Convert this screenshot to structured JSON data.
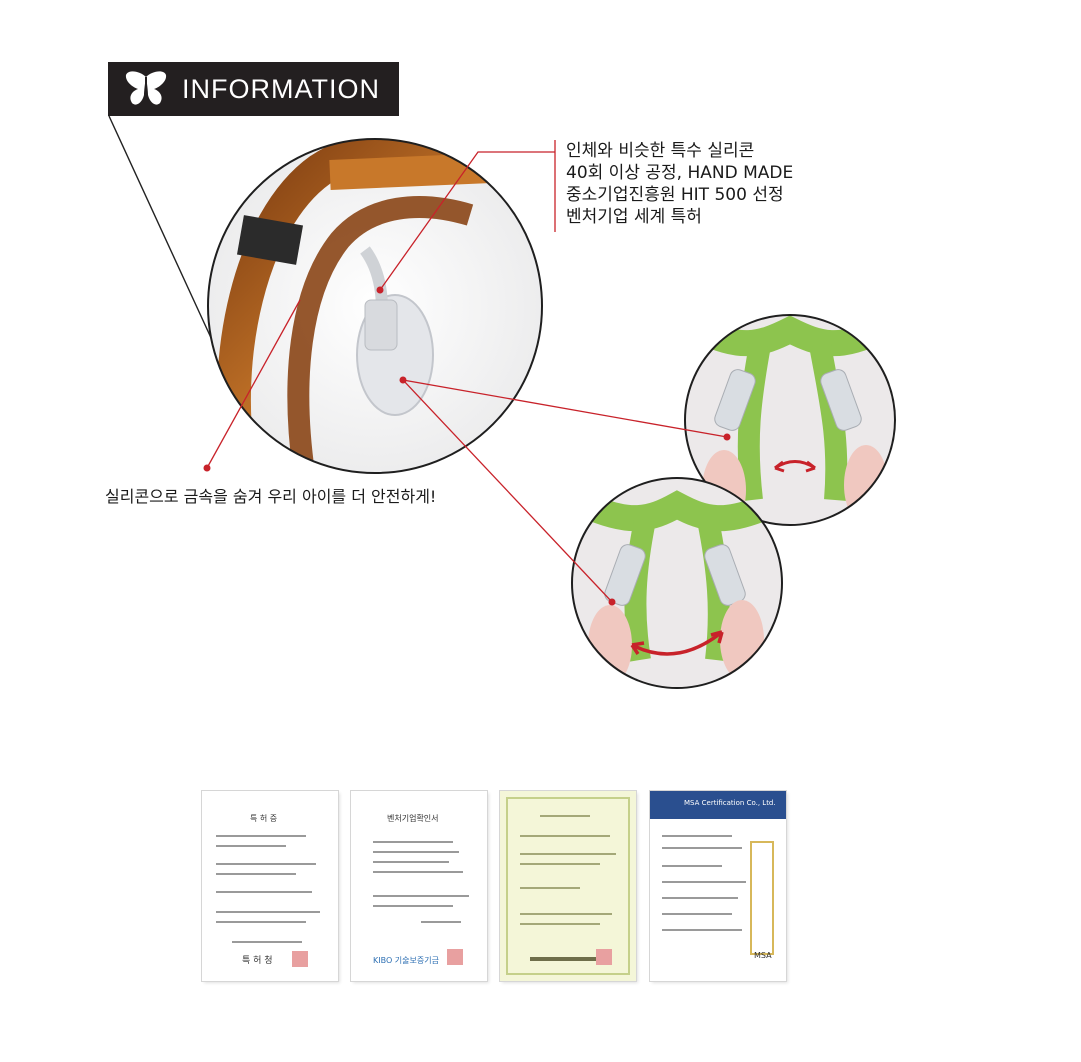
{
  "banner": {
    "title": "INFORMATION",
    "logo": "butterfly-logo"
  },
  "features": [
    "인체와 비슷한 특수 실리콘",
    "40회 이상 공정, HAND MADE",
    "중소기업진흥원 HIT 500 선정",
    "벤처기업 세계 특허"
  ],
  "caption": "실리콘으로 금속을 숨겨 우리 아이를 더 안전하게!",
  "colors": {
    "accent": "#c8222a",
    "banner_bg": "#231f20",
    "frame_amber": "#b5651d",
    "silicone_green": "#8dc44e"
  },
  "certificates": [
    {
      "title": "특 허 증",
      "footer": "특 허 청"
    },
    {
      "title": "벤처기업확인서",
      "footer": "KIBO 기술보증기금"
    },
    {
      "title": "",
      "footer": ""
    },
    {
      "title": "MSA Certification Co., Ltd.",
      "footer": "MSA"
    }
  ]
}
